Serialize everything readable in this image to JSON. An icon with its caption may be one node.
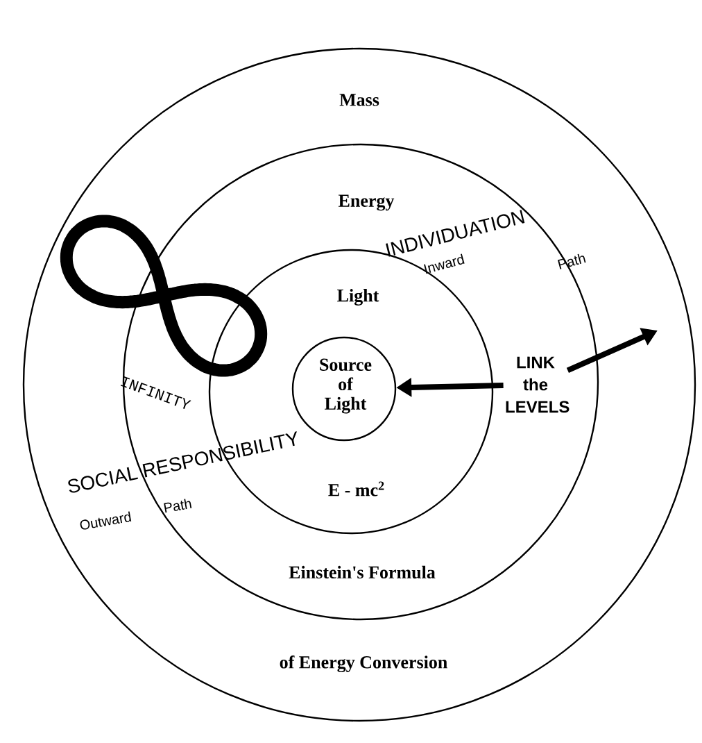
{
  "diagram": {
    "nodes": [
      {
        "text": [
          "Mass",
          "of Energy Conversion"
        ]
      },
      {
        "text": [
          "Energy",
          "Einstein's Formula"
        ],
        "in": 0
      },
      {
        "text": [
          "Light",
          "E - mc$^{2}$"
        ],
        "in": 1
      },
      {
        "text": [
          "Source of Light"
        ],
        "in": 2
      },
      {
        "text": [
          "LINK the LEVELS"
        ],
        "in": 1
      }
    ],
    "edges": [
      {
        "from": 4,
        "to": 3,
        "arrow": "to"
      },
      {
        "from": 4,
        "to": null,
        "arrow": "to"
      }
    ],
    "labels": [
      "INDIVIDUATION",
      "Inward",
      "Path",
      "INFINITY",
      "SOCIAL RESPONSIBILITY",
      "Outward",
      "Path"
    ]
  }
}
